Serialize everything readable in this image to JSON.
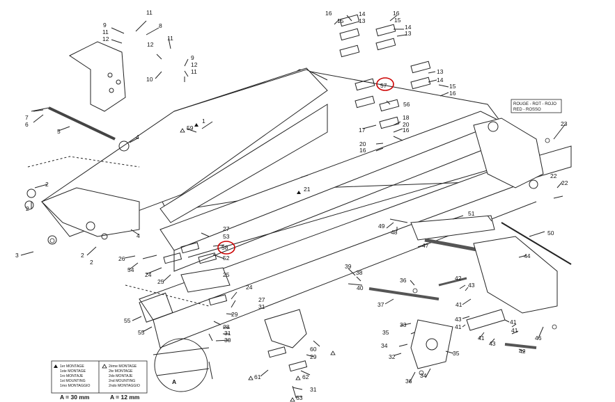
{
  "labels": {
    "l1": "1",
    "l2a": "2",
    "l2b": "2",
    "l2c": "2",
    "l2d": "2",
    "l3": "3",
    "l4a": "4",
    "l4b": "4",
    "l5": "5",
    "l6": "6",
    "l7": "7",
    "l8": "8",
    "l9a": "9",
    "l9b": "9",
    "l10": "10",
    "l11a": "11",
    "l11b": "11",
    "l11c": "11",
    "l11d": "11",
    "l12a": "12",
    "l12b": "12",
    "l13a": "13",
    "l13b": "13",
    "l13c": "13",
    "l14a": "14",
    "l14b": "14",
    "l14c": "14",
    "l15a": "15",
    "l15b": "15",
    "l16a": "16",
    "l16b": "16",
    "l16c": "16",
    "l16d": "16",
    "l16e": "16",
    "l17": "17",
    "l18": "18",
    "l20a": "20",
    "l20b": "20",
    "l21": "21",
    "l22": "22",
    "l23": "23",
    "l24a": "24",
    "l24b": "24",
    "l25a": "25",
    "l25b": "25",
    "l26": "26",
    "l27a": "27",
    "l27b": "27",
    "l28": "28",
    "l29a": "29",
    "l29b": "29",
    "l30a": "30",
    "l30b": "30",
    "l31a": "31",
    "l31b": "31",
    "l31c": "31",
    "l32": "32",
    "l33": "33",
    "l34": "34",
    "l35a": "35",
    "l35b": "35",
    "l36a": "36",
    "l36b": "36",
    "l37": "37",
    "l38": "38",
    "l39": "39",
    "l40": "40",
    "l41a": "41",
    "l41b": "41",
    "l41c": "41",
    "l42a": "42",
    "l42b": "42",
    "l43a": "43",
    "l43b": "43",
    "l44": "44",
    "l46": "46",
    "l47": "47",
    "l48": "48",
    "l49": "49",
    "l50": "50",
    "l51": "51",
    "l52": "52",
    "l53": "53",
    "l54": "54",
    "l55a": "55",
    "l55b": "55",
    "l56": "56",
    "l57": "57",
    "l58": "58",
    "l59": "59",
    "l60": "60",
    "l61": "61",
    "l62": "62",
    "l63": "63",
    "lA": "A"
  },
  "color_note": {
    "line1": "ROUGE - ROT - ROJO",
    "line2": "RED - ROSSO"
  },
  "legend": {
    "left_title_lines": [
      "1er MONTAGE",
      "1ste MONTAGE",
      "1ro MONTAJE",
      "1st MOUNTING",
      "1mo MONTAGGIO"
    ],
    "right_title_lines": [
      "2ème MONTAGE",
      "2te MONTAGE",
      "2do MONTAJE",
      "2nd MOUNTING",
      "2ndo MONTAGGIO"
    ],
    "left_value": "A = 30 mm",
    "right_value": "A = 12 mm"
  },
  "colors": {
    "highlight": "#cc0000",
    "line": "#222222"
  }
}
